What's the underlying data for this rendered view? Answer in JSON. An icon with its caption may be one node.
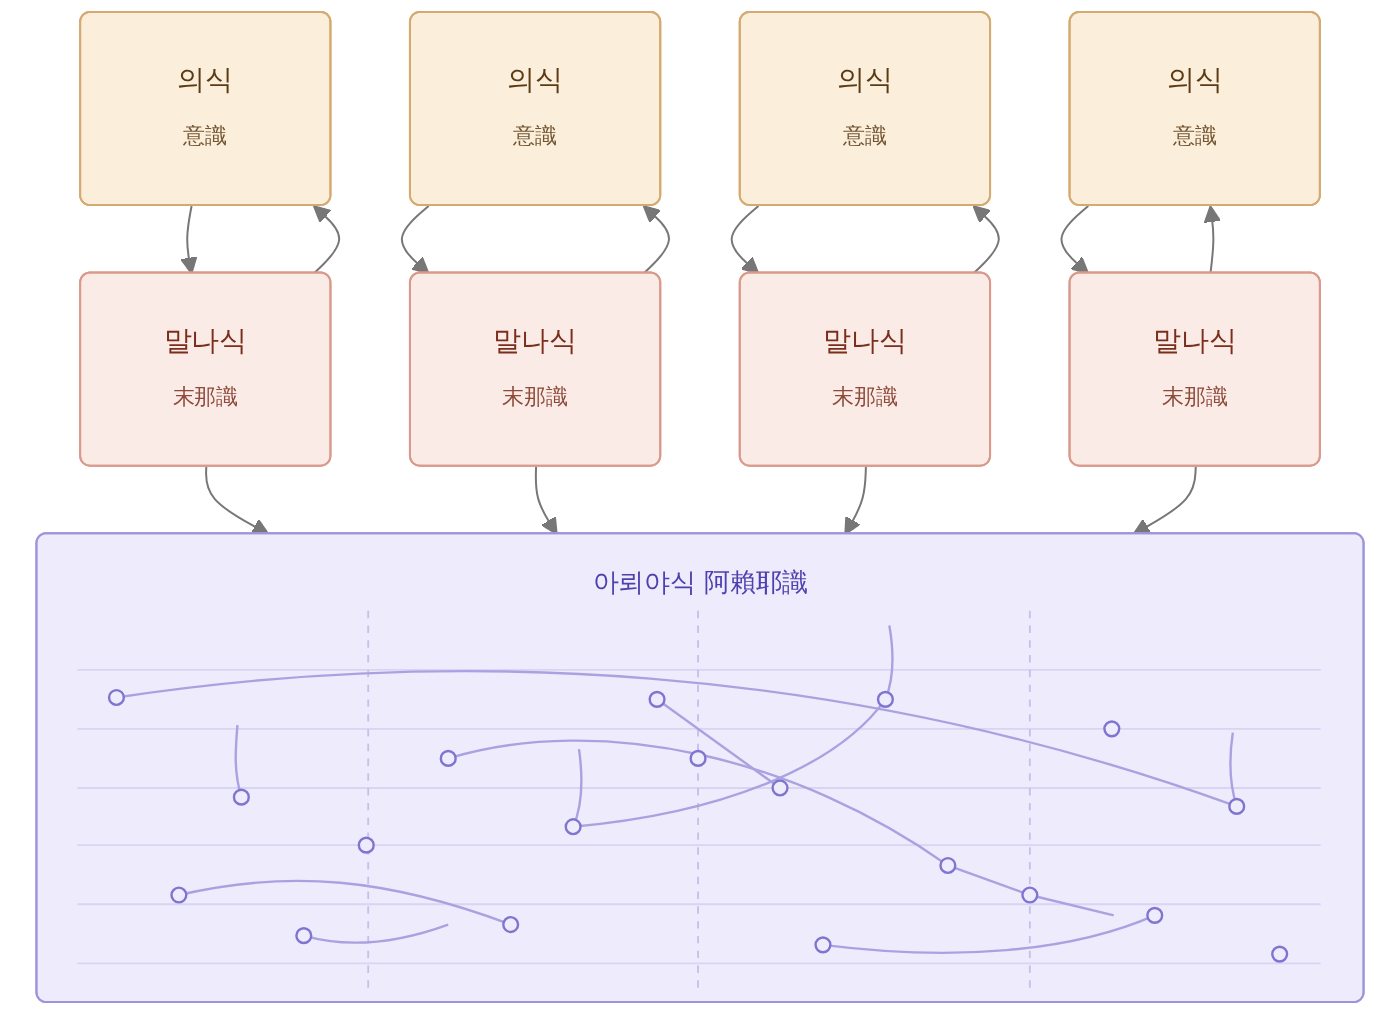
{
  "diagram": {
    "nodes": [
      {
        "text": [
          "의식",
          "意識"
        ]
      },
      {
        "text": [
          "의식",
          "意識"
        ]
      },
      {
        "text": [
          "의식",
          "意識"
        ]
      },
      {
        "text": [
          "의식",
          "意識"
        ]
      },
      {
        "text": [
          "말나식",
          "末那識"
        ]
      },
      {
        "text": [
          "말나식",
          "末那識"
        ]
      },
      {
        "text": [
          "말나식",
          "末那識"
        ]
      },
      {
        "text": [
          "말나식",
          "末那識"
        ]
      },
      {
        "text": [
          "아뢰야식 阿賴耶識"
        ]
      }
    ],
    "edges": [
      {
        "from": 0,
        "to": 4,
        "arrow": "to"
      },
      {
        "from": 4,
        "to": 0,
        "arrow": "to"
      },
      {
        "from": 1,
        "to": 5,
        "arrow": "to"
      },
      {
        "from": 5,
        "to": 1,
        "arrow": "to"
      },
      {
        "from": 2,
        "to": 6,
        "arrow": "to"
      },
      {
        "from": 6,
        "to": 2,
        "arrow": "to"
      },
      {
        "from": 3,
        "to": 7,
        "arrow": "to"
      },
      {
        "from": 7,
        "to": 3,
        "arrow": "to"
      },
      {
        "from": 4,
        "to": 8,
        "arrow": "to"
      },
      {
        "from": 5,
        "to": 8,
        "arrow": "to"
      },
      {
        "from": 6,
        "to": 8,
        "arrow": "to"
      },
      {
        "from": 7,
        "to": 8,
        "arrow": "to"
      }
    ]
  }
}
